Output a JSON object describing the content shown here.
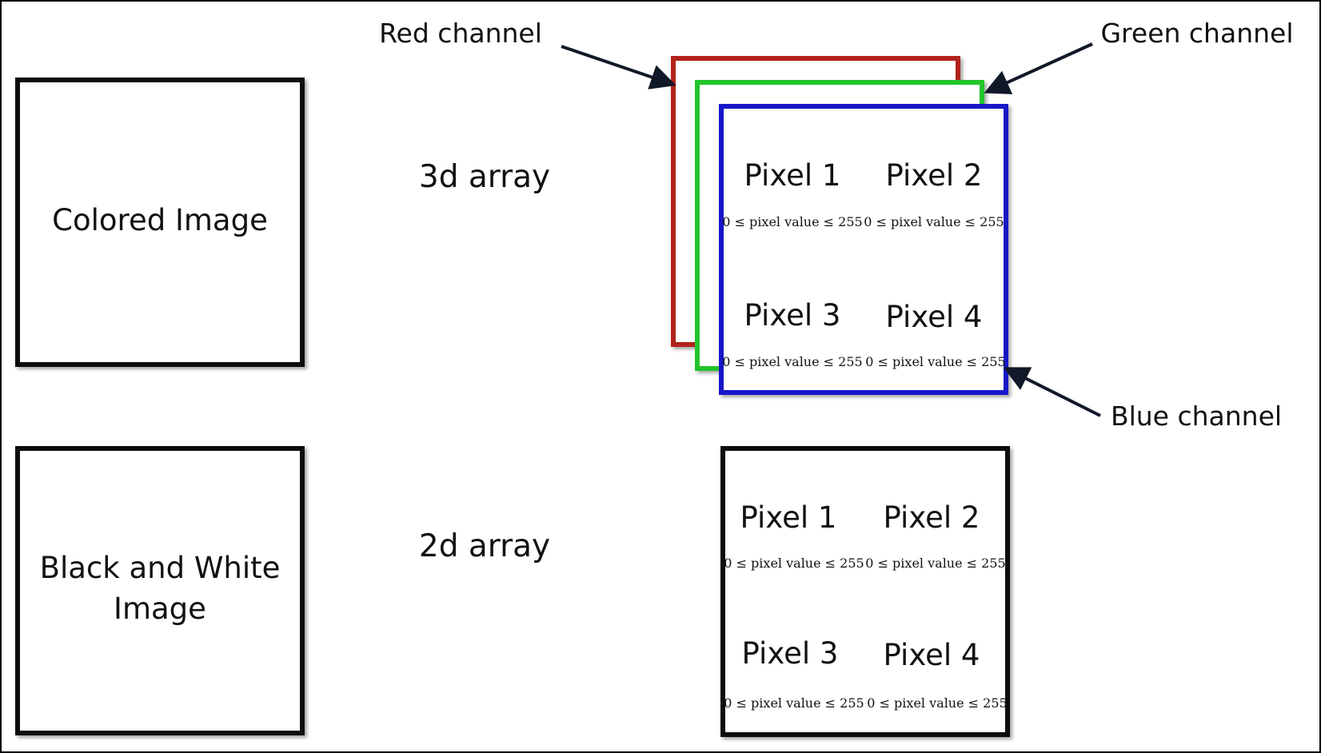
{
  "colored_image": {
    "label": "Colored Image"
  },
  "bw_image": {
    "label_line1": "Black and White",
    "label_line2": "Image"
  },
  "arrows": {
    "three_d": "3d array",
    "two_d": "2d array"
  },
  "channels": {
    "red": "Red channel",
    "green": "Green channel",
    "blue": "Blue channel",
    "red_color": "#b3201e",
    "green_color": "#22c42a",
    "blue_color": "#1616c8"
  },
  "color_grid": {
    "cells": [
      {
        "name": "Pixel 1",
        "range": "0 ≤ pixel value ≤ 255"
      },
      {
        "name": "Pixel 2",
        "range": "0 ≤ pixel value ≤ 255"
      },
      {
        "name": "Pixel 3",
        "range": "0 ≤ pixel value ≤ 255"
      },
      {
        "name": "Pixel 4",
        "range": "0 ≤ pixel value ≤ 255"
      }
    ]
  },
  "bw_grid": {
    "cells": [
      {
        "name": "Pixel 1",
        "range": "0 ≤ pixel value ≤ 255"
      },
      {
        "name": "Pixel 2",
        "range": "0 ≤ pixel value ≤ 255"
      },
      {
        "name": "Pixel 3",
        "range": "0 ≤ pixel value ≤ 255"
      },
      {
        "name": "Pixel 4",
        "range": "0 ≤ pixel value ≤ 255"
      }
    ]
  }
}
